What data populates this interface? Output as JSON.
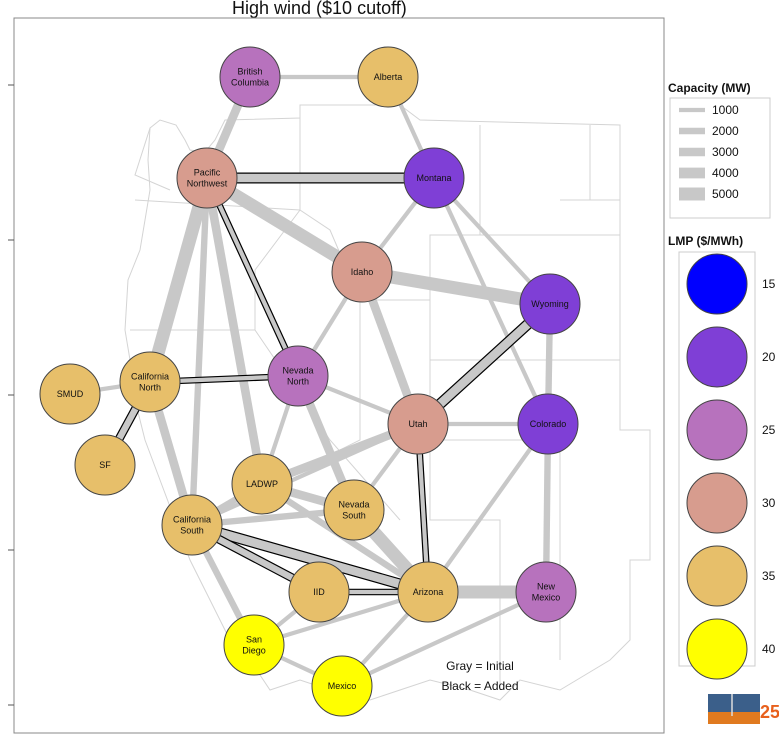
{
  "title": "High wind ($10 cutoff)",
  "colors": {
    "lmp_15": "#0000ff",
    "lmp_20": "#7f3fd6",
    "lmp_25": "#b772bd",
    "lmp_30": "#d79c8e",
    "lmp_35": "#e7bf6a",
    "lmp_40": "#ffff00",
    "initial_line": "#c8c8c8",
    "added_line": "#000000",
    "map_lines": "#d0d0d0"
  },
  "nodes": [
    {
      "id": "bc",
      "label_lines": [
        "British",
        "Columbia"
      ],
      "lmp": 25
    },
    {
      "id": "alberta",
      "label_lines": [
        "Alberta"
      ],
      "lmp": 35
    },
    {
      "id": "pnw",
      "label_lines": [
        "Pacific",
        "Northwest"
      ],
      "lmp": 30
    },
    {
      "id": "montana",
      "label_lines": [
        "Montana"
      ],
      "lmp": 20
    },
    {
      "id": "idaho",
      "label_lines": [
        "Idaho"
      ],
      "lmp": 30
    },
    {
      "id": "wyoming",
      "label_lines": [
        "Wyoming"
      ],
      "lmp": 20
    },
    {
      "id": "cal_north",
      "label_lines": [
        "California",
        "North"
      ],
      "lmp": 35
    },
    {
      "id": "smud",
      "label_lines": [
        "SMUD"
      ],
      "lmp": 35
    },
    {
      "id": "sf",
      "label_lines": [
        "SF"
      ],
      "lmp": 35
    },
    {
      "id": "nev_north",
      "label_lines": [
        "Nevada",
        "North"
      ],
      "lmp": 25
    },
    {
      "id": "utah",
      "label_lines": [
        "Utah"
      ],
      "lmp": 30
    },
    {
      "id": "colorado",
      "label_lines": [
        "Colorado"
      ],
      "lmp": 20
    },
    {
      "id": "ladwp",
      "label_lines": [
        "LADWP"
      ],
      "lmp": 35
    },
    {
      "id": "nev_south",
      "label_lines": [
        "Nevada",
        "South"
      ],
      "lmp": 35
    },
    {
      "id": "cal_south",
      "label_lines": [
        "California",
        "South"
      ],
      "lmp": 35
    },
    {
      "id": "iid",
      "label_lines": [
        "IID"
      ],
      "lmp": 35
    },
    {
      "id": "arizona",
      "label_lines": [
        "Arizona"
      ],
      "lmp": 35
    },
    {
      "id": "new_mexico",
      "label_lines": [
        "New",
        "Mexico"
      ],
      "lmp": 25
    },
    {
      "id": "san_diego",
      "label_lines": [
        "San",
        "Diego"
      ],
      "lmp": 40
    },
    {
      "id": "mexico",
      "label_lines": [
        "Mexico"
      ],
      "lmp": 40
    }
  ],
  "edges": [
    {
      "from": "bc",
      "to": "alberta",
      "capacity": 1000,
      "added": false
    },
    {
      "from": "bc",
      "to": "pnw",
      "capacity": 3000,
      "added": false
    },
    {
      "from": "alberta",
      "to": "montana",
      "capacity": 1000,
      "added": false
    },
    {
      "from": "pnw",
      "to": "montana",
      "capacity": 3000,
      "added": true
    },
    {
      "from": "pnw",
      "to": "idaho",
      "capacity": 5000,
      "added": false
    },
    {
      "from": "pnw",
      "to": "nev_north",
      "capacity": 1000,
      "added": true
    },
    {
      "from": "pnw",
      "to": "cal_north",
      "capacity": 5000,
      "added": false
    },
    {
      "from": "pnw",
      "to": "ladwp",
      "capacity": 3000,
      "added": false
    },
    {
      "from": "pnw",
      "to": "cal_south",
      "capacity": 2000,
      "added": false
    },
    {
      "from": "montana",
      "to": "idaho",
      "capacity": 1000,
      "added": false
    },
    {
      "from": "montana",
      "to": "wyoming",
      "capacity": 1000,
      "added": false
    },
    {
      "from": "montana",
      "to": "colorado",
      "capacity": 1000,
      "added": false
    },
    {
      "from": "idaho",
      "to": "wyoming",
      "capacity": 5000,
      "added": false
    },
    {
      "from": "idaho",
      "to": "nev_north",
      "capacity": 1000,
      "added": false
    },
    {
      "from": "idaho",
      "to": "utah",
      "capacity": 3000,
      "added": false
    },
    {
      "from": "wyoming",
      "to": "utah",
      "capacity": 3000,
      "added": true
    },
    {
      "from": "wyoming",
      "to": "colorado",
      "capacity": 2000,
      "added": false
    },
    {
      "from": "cal_north",
      "to": "smud",
      "capacity": 1000,
      "added": false
    },
    {
      "from": "cal_north",
      "to": "sf",
      "capacity": 2000,
      "added": true
    },
    {
      "from": "cal_north",
      "to": "nev_north",
      "capacity": 1000,
      "added": true
    },
    {
      "from": "cal_north",
      "to": "cal_south",
      "capacity": 3000,
      "added": false
    },
    {
      "from": "nev_north",
      "to": "utah",
      "capacity": 1000,
      "added": false
    },
    {
      "from": "nev_north",
      "to": "ladwp",
      "capacity": 1000,
      "added": false
    },
    {
      "from": "nev_north",
      "to": "nev_south",
      "capacity": 3000,
      "added": false
    },
    {
      "from": "utah",
      "to": "colorado",
      "capacity": 1000,
      "added": false
    },
    {
      "from": "utah",
      "to": "ladwp",
      "capacity": 3000,
      "added": false
    },
    {
      "from": "utah",
      "to": "cal_south",
      "capacity": 1000,
      "added": false
    },
    {
      "from": "utah",
      "to": "arizona",
      "capacity": 1000,
      "added": true
    },
    {
      "from": "utah",
      "to": "nev_south",
      "capacity": 1000,
      "added": false
    },
    {
      "from": "colorado",
      "to": "arizona",
      "capacity": 1000,
      "added": false
    },
    {
      "from": "colorado",
      "to": "new_mexico",
      "capacity": 2000,
      "added": false
    },
    {
      "from": "ladwp",
      "to": "nev_south",
      "capacity": 3000,
      "added": false
    },
    {
      "from": "ladwp",
      "to": "cal_south",
      "capacity": 2000,
      "added": false
    },
    {
      "from": "ladwp",
      "to": "arizona",
      "capacity": 2000,
      "added": false
    },
    {
      "from": "nev_south",
      "to": "arizona",
      "capacity": 5000,
      "added": false
    },
    {
      "from": "nev_south",
      "to": "cal_south",
      "capacity": 2000,
      "added": false
    },
    {
      "from": "cal_south",
      "to": "arizona",
      "capacity": 3000,
      "added": true
    },
    {
      "from": "cal_south",
      "to": "iid",
      "capacity": 2000,
      "added": true
    },
    {
      "from": "cal_south",
      "to": "san_diego",
      "capacity": 2000,
      "added": false
    },
    {
      "from": "iid",
      "to": "arizona",
      "capacity": 1000,
      "added": true
    },
    {
      "from": "iid",
      "to": "san_diego",
      "capacity": 1000,
      "added": false
    },
    {
      "from": "arizona",
      "to": "new_mexico",
      "capacity": 5000,
      "added": false
    },
    {
      "from": "arizona",
      "to": "san_diego",
      "capacity": 1000,
      "added": false
    },
    {
      "from": "arizona",
      "to": "mexico",
      "capacity": 1000,
      "added": false
    },
    {
      "from": "san_diego",
      "to": "mexico",
      "capacity": 1000,
      "added": false
    },
    {
      "from": "new_mexico",
      "to": "mexico",
      "capacity": 1000,
      "added": false
    }
  ],
  "legend": {
    "capacity_title": "Capacity (MW)",
    "capacity_items": [
      {
        "label": "1000",
        "capacity": 1000
      },
      {
        "label": "2000",
        "capacity": 2000
      },
      {
        "label": "3000",
        "capacity": 3000
      },
      {
        "label": "4000",
        "capacity": 4000
      },
      {
        "label": "5000",
        "capacity": 5000
      }
    ],
    "lmp_title": "LMP ($/MWh)",
    "lmp_items": [
      {
        "label": "15",
        "lmp": 15
      },
      {
        "label": "20",
        "lmp": 20
      },
      {
        "label": "25",
        "lmp": 25
      },
      {
        "label": "30",
        "lmp": 30
      },
      {
        "label": "35",
        "lmp": 35
      },
      {
        "label": "40",
        "lmp": 40
      }
    ]
  },
  "notes": {
    "gray": "Gray = Initial",
    "black": "Black = Added"
  },
  "logo": {
    "text": "25"
  }
}
